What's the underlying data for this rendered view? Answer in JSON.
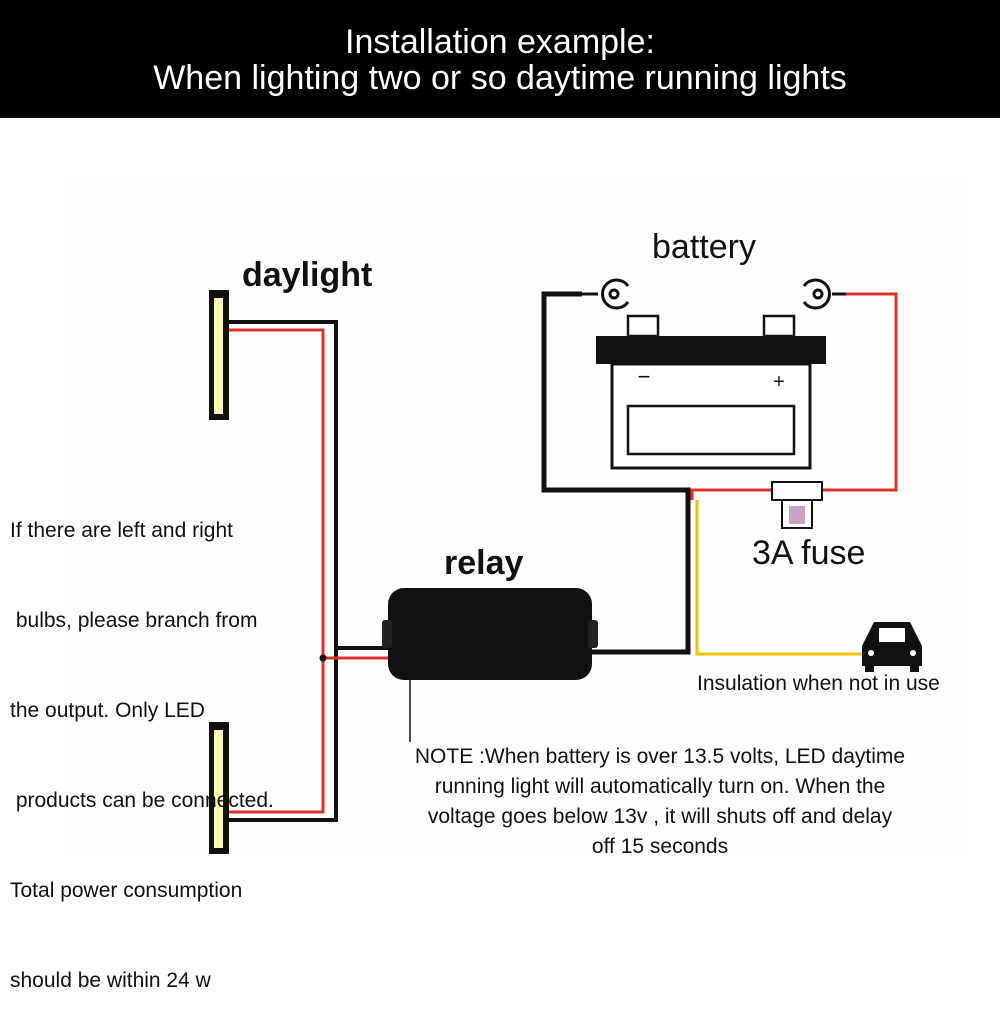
{
  "header": {
    "line1": "Installation example:",
    "line2": "When lighting two or so daytime running lights"
  },
  "labels": {
    "daylight": "daylight",
    "battery": "battery",
    "relay": "relay",
    "fuse": "3A fuse",
    "insulation": "Insulation when not in use",
    "battery_minus": "−",
    "battery_plus": "+"
  },
  "side_note": [
    "If there are left and right",
    " bulbs, please branch from",
    "the output. Only LED",
    " products can be connected.",
    "Total power consumption",
    "should be within 24 w"
  ],
  "note": [
    "NOTE :When battery is over 13.5 volts, LED daytime",
    "running light will automatically turn on. When the",
    "voltage goes below 13v , it will shuts off and delay",
    "off 15 seconds"
  ],
  "colors": {
    "banner": "#000000",
    "wire_black": "#111111",
    "wire_red": "#e0302b",
    "wire_yellow": "#f2c200",
    "led": "#fff8b0",
    "fuse": "#c9a2c8"
  },
  "icons": [
    "battery-icon",
    "relay-icon",
    "fuse-icon",
    "car-icon",
    "led-strip-icon",
    "ring-terminal-icon"
  ]
}
